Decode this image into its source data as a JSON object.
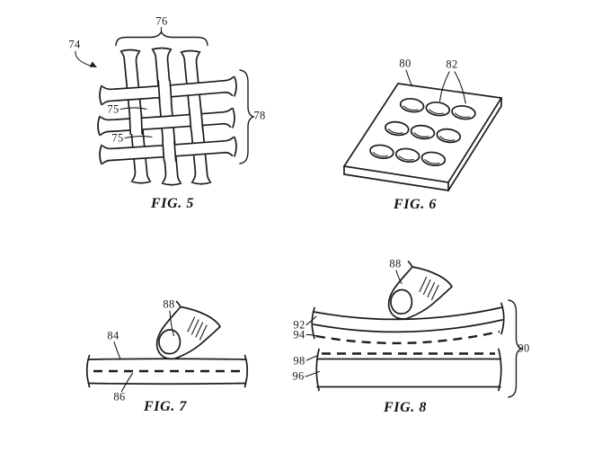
{
  "page": {
    "background": "#ffffff",
    "ink": "#1c1c1c"
  },
  "figures": {
    "fig5": {
      "caption": "FIG. 5",
      "drawing": "woven-mesh",
      "refs": {
        "r74": "74",
        "r75a": "75",
        "r75b": "75",
        "r76": "76",
        "r78": "78"
      }
    },
    "fig6": {
      "caption": "FIG. 6",
      "drawing": "perforated-plate",
      "refs": {
        "r80": "80",
        "r82": "82"
      }
    },
    "fig7": {
      "caption": "FIG. 7",
      "drawing": "finger-on-flat-layer",
      "refs": {
        "r84": "84",
        "r86": "86",
        "r88": "88"
      }
    },
    "fig8": {
      "caption": "FIG. 8",
      "drawing": "finger-pressing-curved-layers",
      "refs": {
        "r88": "88",
        "r90": "90",
        "r92": "92",
        "r94": "94",
        "r96": "96",
        "r98": "98"
      }
    }
  }
}
